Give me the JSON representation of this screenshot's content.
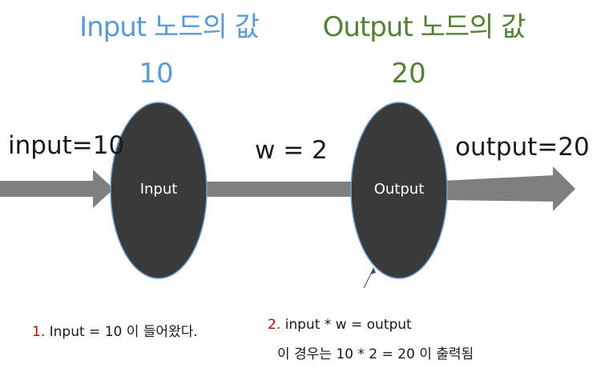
{
  "colors": {
    "input_title": "#5b9bd5",
    "output_title": "#548235",
    "node_fill": "#3a3a3a",
    "node_stroke": "#6fa0d4",
    "arrow": "#7f7f7f",
    "note_number": "#c00000"
  },
  "input_node": {
    "title": "Input 노드의 값",
    "value": "10",
    "label": "Input",
    "incoming_text": "input=10"
  },
  "connection": {
    "weight_text": "w = 2"
  },
  "output_node": {
    "title": "Output 노드의 값",
    "value": "20",
    "label": "Output",
    "outgoing_text": "output=20"
  },
  "notes": [
    {
      "number": "1.",
      "text": " Input = 10 이 들어왔다."
    },
    {
      "number": "2.",
      "text": " input * w = output",
      "line2": "이 경우는 10 * 2 = 20 이 출력됨"
    }
  ]
}
